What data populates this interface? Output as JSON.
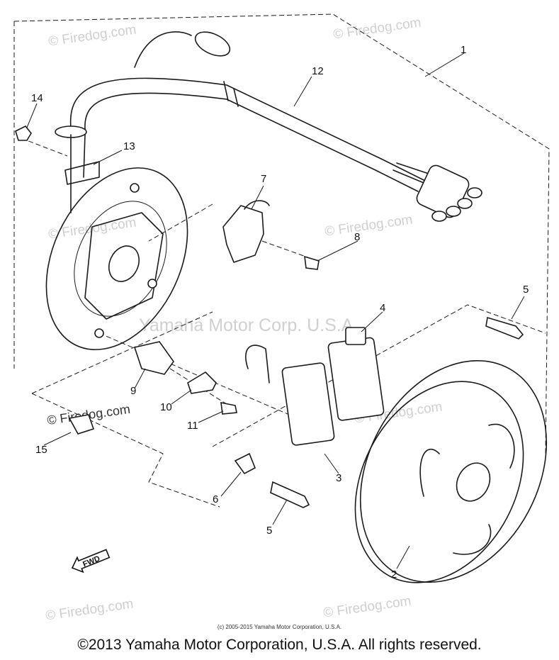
{
  "watermarks": {
    "site": "© Firedog.com",
    "center": "Yamaha Motor Corp. U.S.A"
  },
  "callouts": [
    "1",
    "12",
    "14",
    "13",
    "7",
    "8",
    "5",
    "4",
    "9",
    "10",
    "11",
    "15",
    "3",
    "6",
    "5",
    "2"
  ],
  "fwd_label": "FWD",
  "small_copyright": "(c) 2005-2015 Yamaha Motor Corporation, U.S.A.",
  "footer": "©2013 Yamaha Motor Corporation, U.S.A. All rights reserved."
}
